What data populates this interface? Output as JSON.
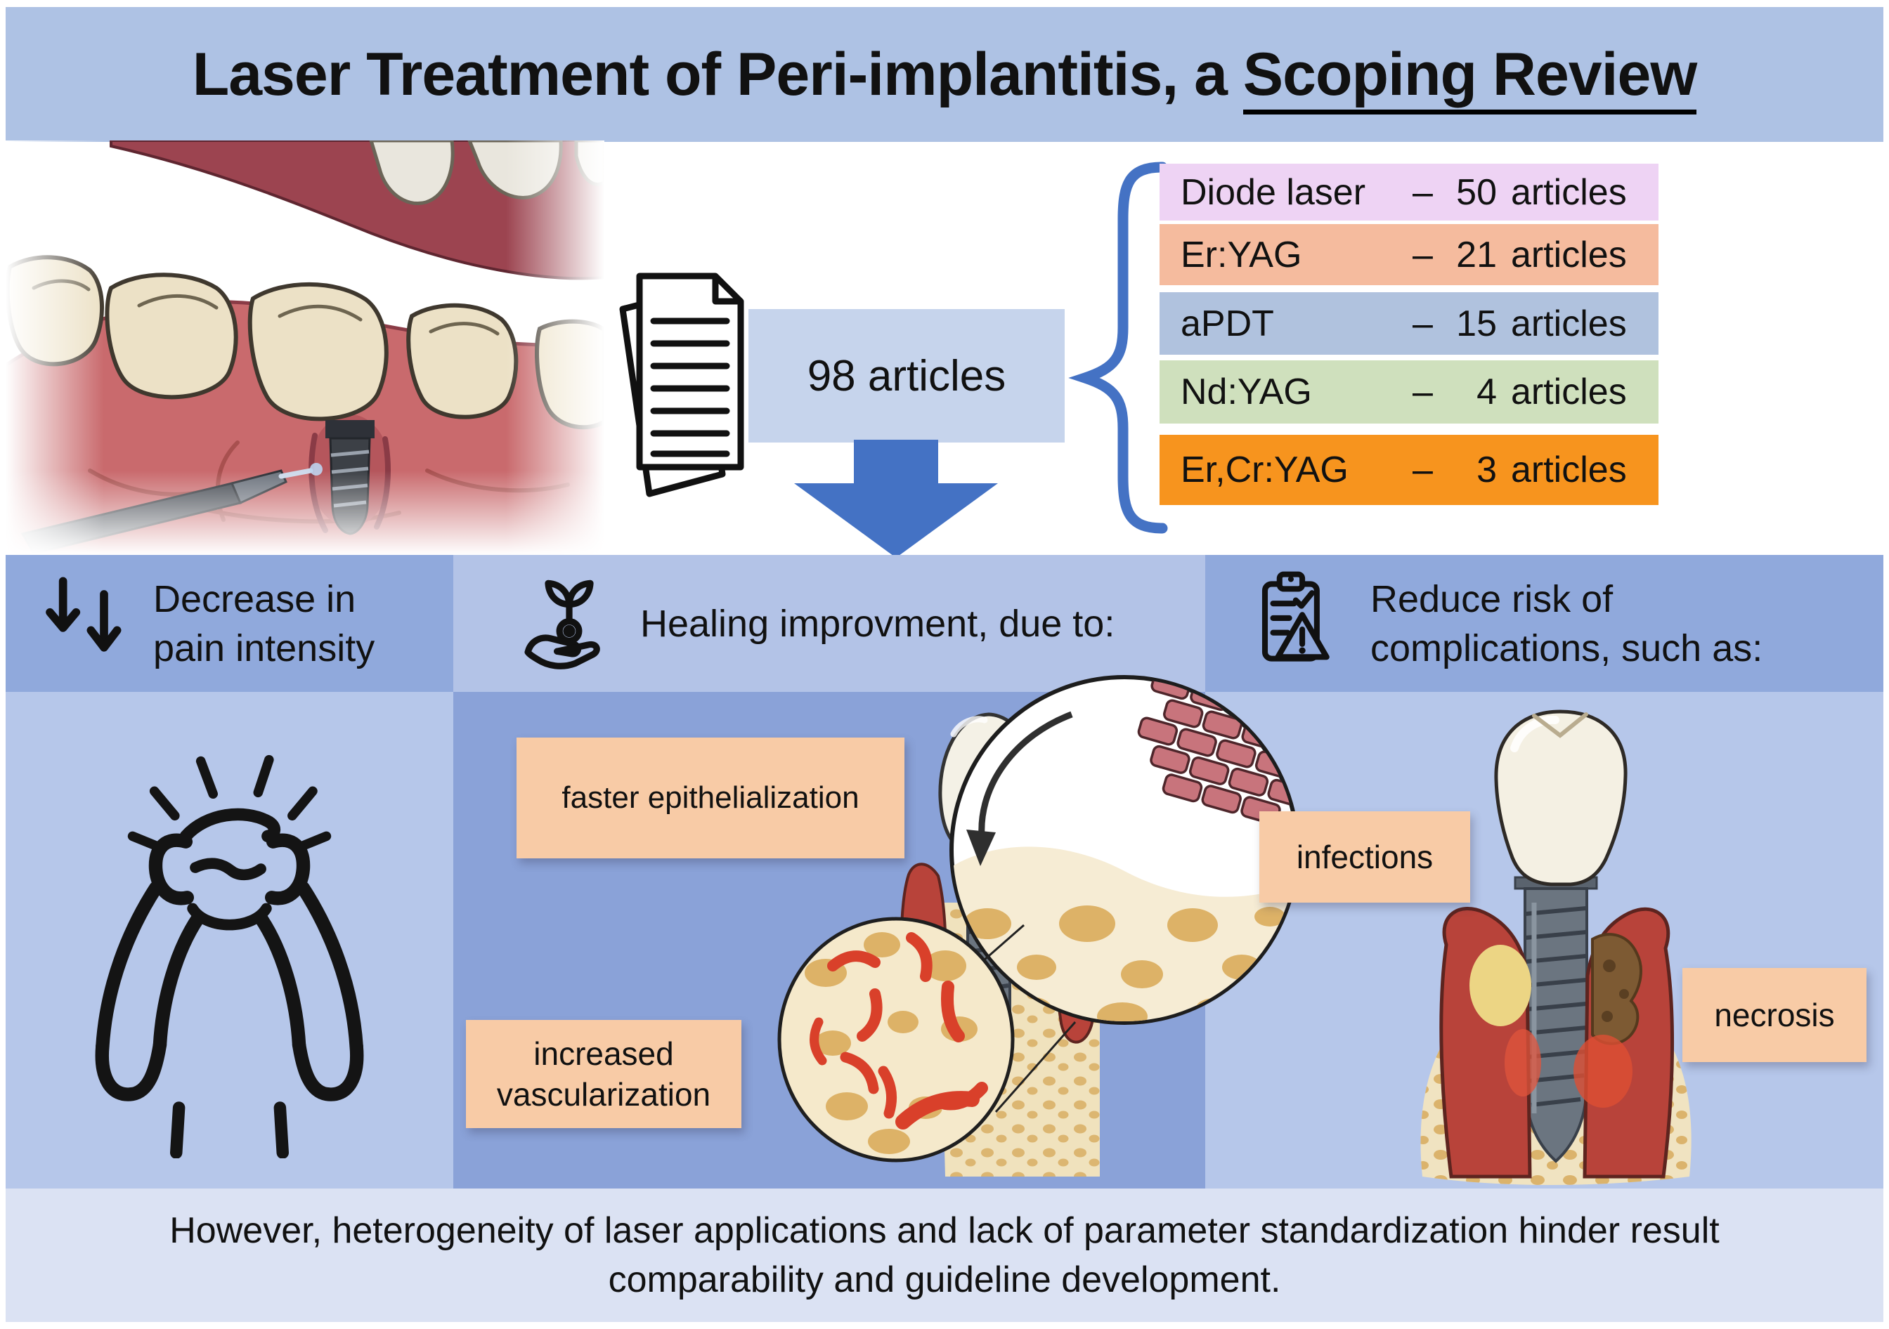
{
  "colors": {
    "title-band": "#aec2e4",
    "band-dark": "#90a9dc",
    "band-light": "#b3c3e7",
    "content-dark": "#8aa2d8",
    "content-light": "#b6c7ea",
    "footer-band": "#dbe2f3",
    "accent-blue": "#4472c4",
    "label-peach": "#f8cba6",
    "articles-box": "#c6d4ec",
    "ink": "#111111"
  },
  "title": {
    "prefix": "Laser Treatment of Peri-implantitis, a ",
    "emphasis": "Scoping Review"
  },
  "screening": {
    "total": "98 articles",
    "dash": "–",
    "lasers": [
      {
        "name": "Diode laser",
        "count": "50",
        "unit": "articles",
        "color": "#eed3f4"
      },
      {
        "name": "Er:YAG",
        "count": "21",
        "unit": "articles",
        "color": "#f5bb9e"
      },
      {
        "name": "aPDT",
        "count": "15",
        "unit": "articles",
        "color": "#b0c2de"
      },
      {
        "name": "Nd:YAG",
        "count": "4",
        "unit": "articles",
        "color": "#cfe0bd"
      },
      {
        "name": "Er,Cr:YAG",
        "count": "3",
        "unit": "articles",
        "color": "#f7941e"
      }
    ]
  },
  "outcomes": {
    "pain": {
      "line1": "Decrease in",
      "line2": "pain intensity"
    },
    "healing": {
      "title": "Healing improvment, due to:",
      "label_epithelialization": "faster epithelialization",
      "label_vascularization": "increased vascularization"
    },
    "complications": {
      "line1": "Reduce risk of",
      "line2": "complications, such as:",
      "label_infections": "infections",
      "label_necrosis": "necrosis"
    }
  },
  "footer": {
    "line1": "However, heterogeneity of laser applications and lack of parameter standardization hinder result",
    "line2": "comparability and guideline development."
  }
}
